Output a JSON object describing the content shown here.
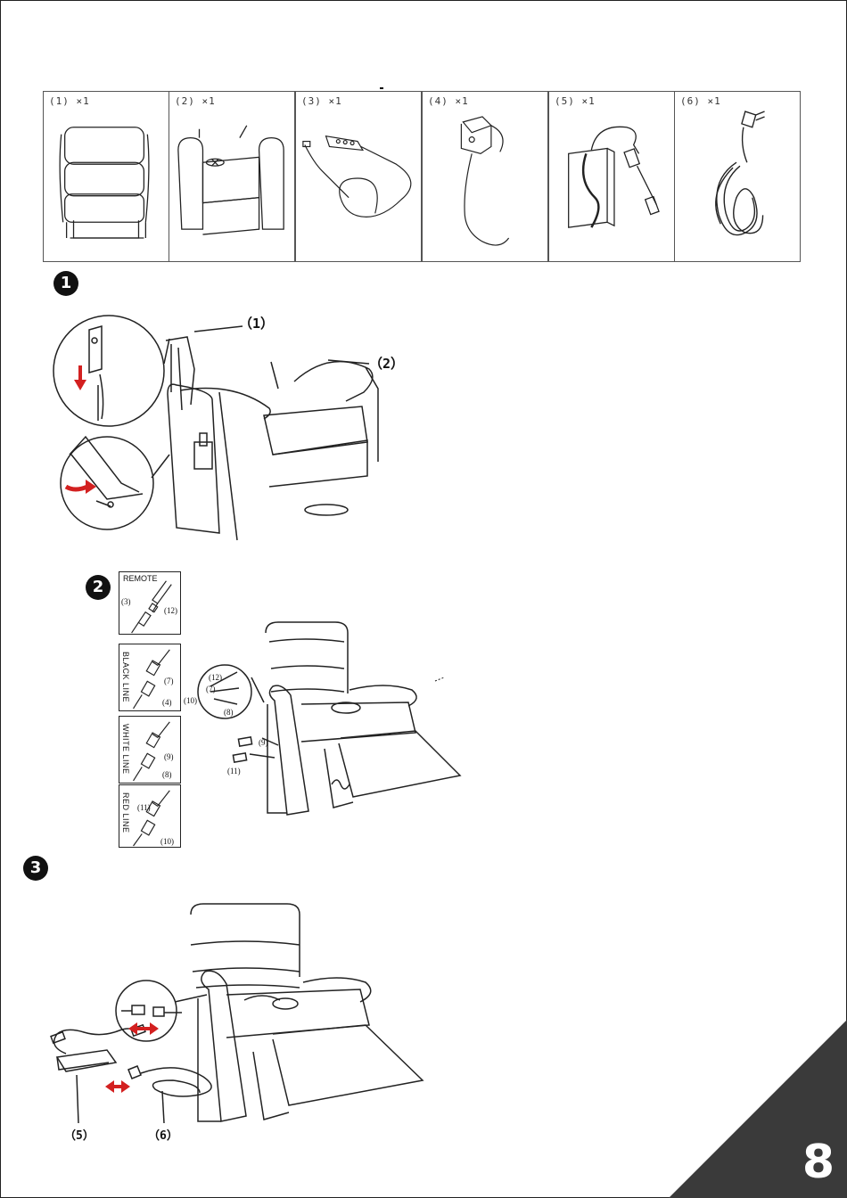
{
  "parts": [
    {
      "label": "(1) ×1",
      "item": "backrest"
    },
    {
      "label": "(2) ×1",
      "item": "seat-base"
    },
    {
      "label": "(3) ×1",
      "item": "remote-control"
    },
    {
      "label": "(4) ×1",
      "item": "hand-remote-cable"
    },
    {
      "label": "(5) ×1",
      "item": "power-adapter"
    },
    {
      "label": "(6) ×1",
      "item": "power-cord"
    }
  ],
  "steps": {
    "one": {
      "badge": "1",
      "callouts": [
        "（1）",
        "（2）"
      ]
    },
    "two": {
      "badge": "2",
      "boxes": [
        "REMOTE",
        "BLACK LINE",
        "WHITE LINE",
        "RED LINE"
      ],
      "box_labels": {
        "remote": [
          "(3)",
          "(12)"
        ],
        "black": [
          "(7)",
          "(4)"
        ],
        "white": [
          "(9)",
          "(8)"
        ],
        "red": [
          "(11)",
          "(10)"
        ]
      },
      "detail_labels": [
        "(12)",
        "(7)",
        "(10)",
        "(8)"
      ],
      "cable_labels": [
        "(9)",
        "(11)"
      ]
    },
    "three": {
      "badge": "3",
      "callouts": [
        "（5）",
        "（6）"
      ]
    }
  },
  "page_number": "8",
  "colors": {
    "arrow": "#d32020",
    "ink": "#111111",
    "corner": "#3a3a3a"
  }
}
